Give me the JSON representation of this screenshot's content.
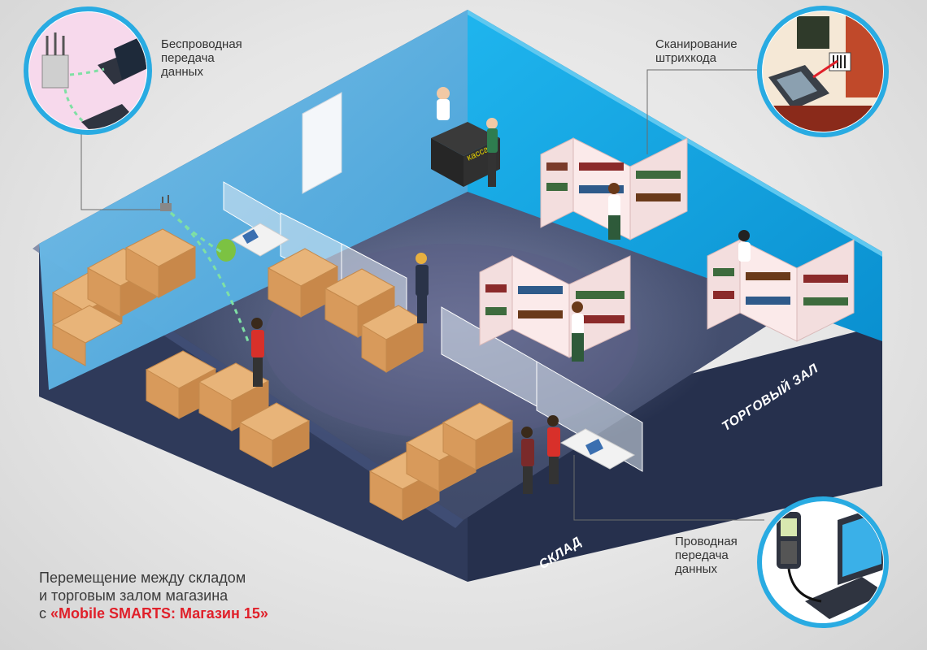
{
  "callouts": {
    "wireless": [
      "Беспроводная",
      "передача",
      "данных"
    ],
    "scanning": [
      "Сканирование",
      "штрихкода"
    ],
    "wired": [
      "Проводная",
      "передача",
      "данных"
    ]
  },
  "zones": {
    "sales_floor": "ТОРГОВЫЙ ЗАЛ",
    "warehouse": "СКЛАД"
  },
  "cashier_sign": "касса",
  "caption": {
    "line1": "Перемещение между складом",
    "line2": "и торговым залом магазина",
    "line3_prefix": "с",
    "product": "«Mobile SMARTS: Магазин 15»"
  },
  "colors": {
    "accent_red": "#e0202a",
    "wall_blue": "#29abe2",
    "floor_dark": "#3d4a66",
    "circle_border": "#29abe2"
  }
}
